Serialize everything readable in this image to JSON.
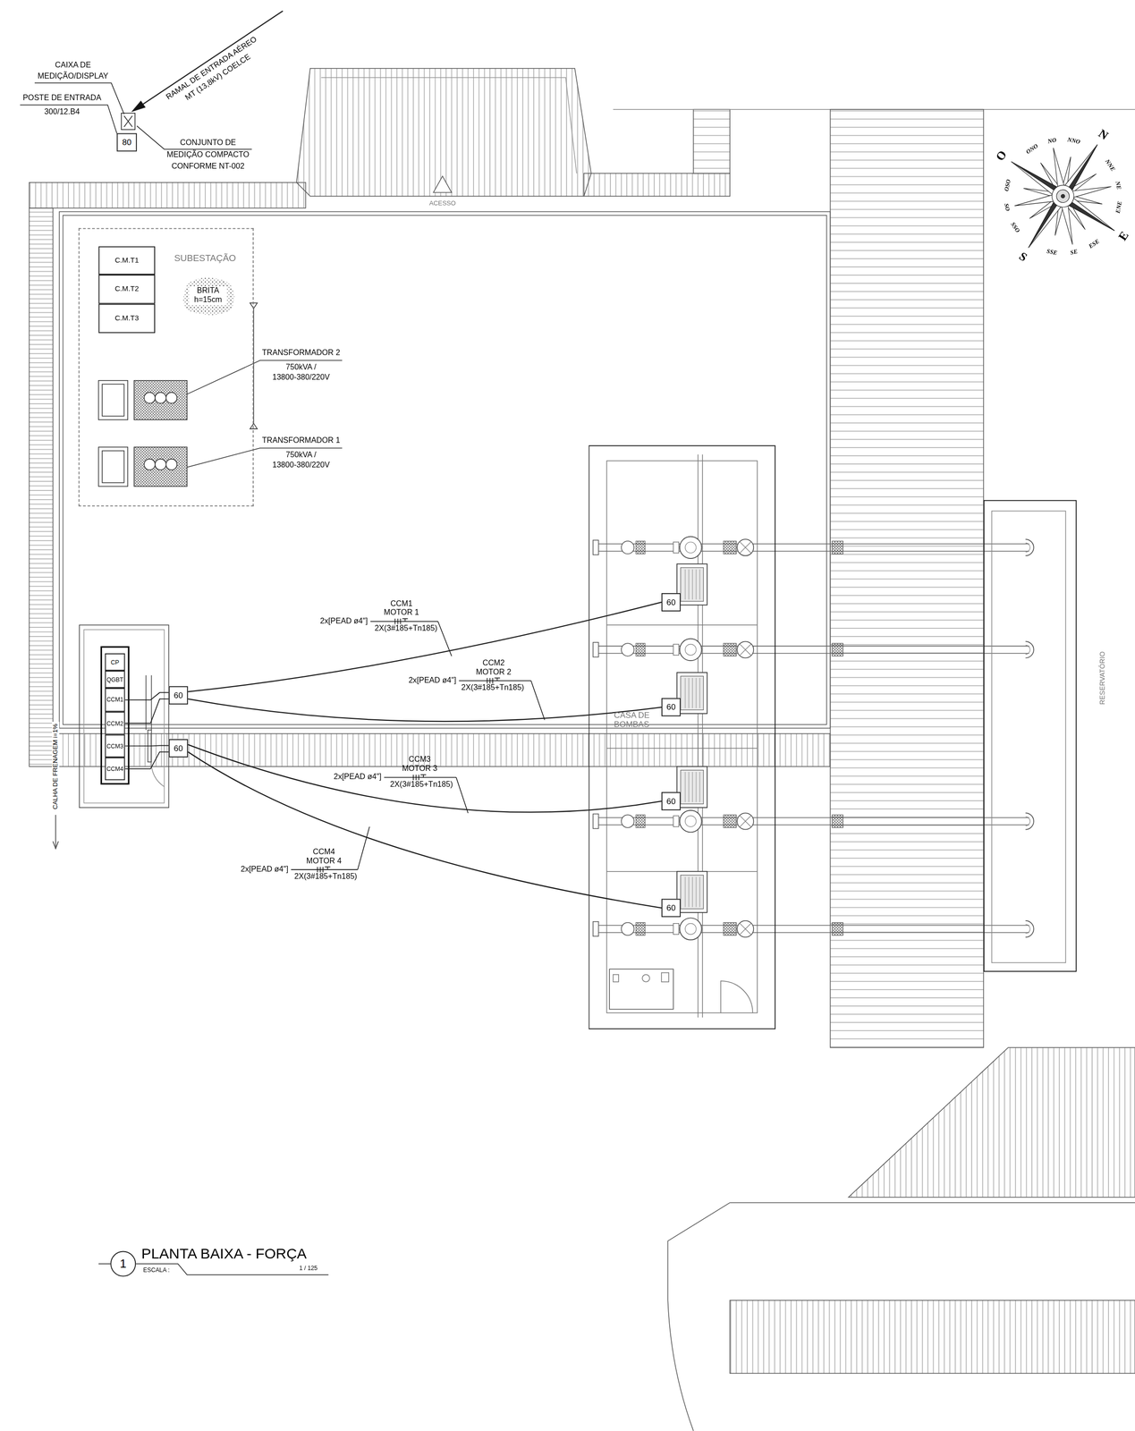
{
  "diagram": {
    "title": "PLANTA BAIXA - FORÇA",
    "nodes": [
      {
        "text": [
          "80"
        ]
      },
      {
        "text": [
          "SUBESTAÇÃO"
        ]
      },
      {
        "text": [
          "C.M.T1"
        ],
        "in": 1
      },
      {
        "text": [
          "C.M.T2"
        ],
        "in": 1
      },
      {
        "text": [
          "C.M.T3"
        ],
        "in": 1
      },
      {
        "text": [
          "BRITA h=15cm"
        ],
        "in": 1
      },
      {
        "text": [
          "CP"
        ]
      },
      {
        "text": [
          "QGBT"
        ]
      },
      {
        "text": [
          "CCM1"
        ]
      },
      {
        "text": [
          "CCM2"
        ]
      },
      {
        "text": [
          "CCM3"
        ]
      },
      {
        "text": [
          "CCM4"
        ]
      },
      {
        "text": [
          "60"
        ]
      },
      {
        "text": [
          "60"
        ]
      },
      {
        "text": [
          "CASA DE BOMBAS"
        ]
      },
      {
        "text": [
          "60"
        ],
        "in": 14
      },
      {
        "text": [
          "60"
        ],
        "in": 14
      },
      {
        "text": [
          "60"
        ],
        "in": 14
      },
      {
        "text": [
          "60"
        ],
        "in": 14
      },
      {
        "text": [
          "RESERVATÓRIO"
        ]
      },
      {
        "text": [
          "1"
        ]
      }
    ],
    "edges": [
      {
        "from": 8,
        "to": 12,
        "arrow": "none"
      },
      {
        "from": 9,
        "to": 12,
        "arrow": "none"
      },
      {
        "from": 10,
        "to": 13,
        "arrow": "none"
      },
      {
        "from": 11,
        "to": 13,
        "arrow": "none"
      },
      {
        "from": 12,
        "to": 15,
        "arrow": "none"
      },
      {
        "from": 12,
        "to": 16,
        "arrow": "none"
      },
      {
        "from": 13,
        "to": 17,
        "arrow": "none"
      },
      {
        "from": 13,
        "to": 18,
        "arrow": "none"
      }
    ],
    "labels": [
      "CAIXA DE",
      "MEDIÇÃO/DISPLAY",
      "POSTE DE ENTRADA",
      "300/12.B4",
      "RAMAL DE ENTRADA AÉREO",
      "MT (13,8kV) COELCE",
      "CONJUNTO DE MEDIÇÃO COMPACTO CONFORME NT-002",
      "ACESSO",
      "TRANSFORMADOR 2",
      "750kVA /",
      "13800-380/220V",
      "TRANSFORMADOR 1",
      "750kVA /",
      "13800-380/220V",
      "N",
      "NNE",
      "NE",
      "ENE",
      "E",
      "ESE",
      "SE",
      "SSE",
      "S",
      "SSO",
      "SO",
      "OSO",
      "O",
      "ONO",
      "NO",
      "NNO",
      "CCM1",
      "MOTOR 1",
      "2x[PEAD ø4\"]",
      "2X(3#185+Tn185)",
      "CCM2",
      "MOTOR 2",
      "2x[PEAD ø4\"]",
      "2X(3#185+Tn185)",
      "CCM3",
      "MOTOR 3",
      "2x[PEAD ø4\"]",
      "2X(3#185+Tn185)",
      "CCM4",
      "MOTOR 4",
      "2x[PEAD ø4\"]",
      "2X(3#185+Tn185)",
      "CALHA DE FRENAGEM i=1%",
      "ESCALA :",
      "1 / 125"
    ]
  }
}
